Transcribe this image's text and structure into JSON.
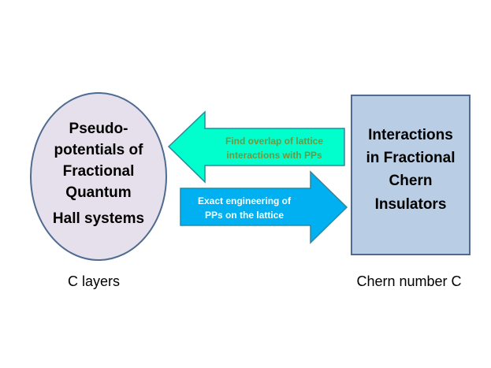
{
  "left_node": {
    "lines": [
      "Pseudo-",
      "potentials of",
      "Fractional",
      "Quantum",
      "Hall systems"
    ],
    "caption": "C layers",
    "fill_color": "#e6e0ec",
    "stroke_color": "#4f6b8f"
  },
  "right_node": {
    "lines": [
      "Interactions",
      "in Fractional",
      "Chern",
      "Insulators"
    ],
    "caption": "Chern number C",
    "fill_color": "#b9cde5",
    "stroke_color": "#4f6b8f"
  },
  "arrow_left": {
    "lines": [
      "Find overlap of lattice",
      "interactions with PPs"
    ],
    "fill_color": "#00ffcc",
    "text_color": "#77933c",
    "stroke_color": "#31859c"
  },
  "arrow_right": {
    "lines": [
      "Exact engineering of",
      "PPs on the lattice"
    ],
    "fill_color": "#00b0f0",
    "text_color": "#ffffff",
    "stroke_color": "#31859c"
  }
}
